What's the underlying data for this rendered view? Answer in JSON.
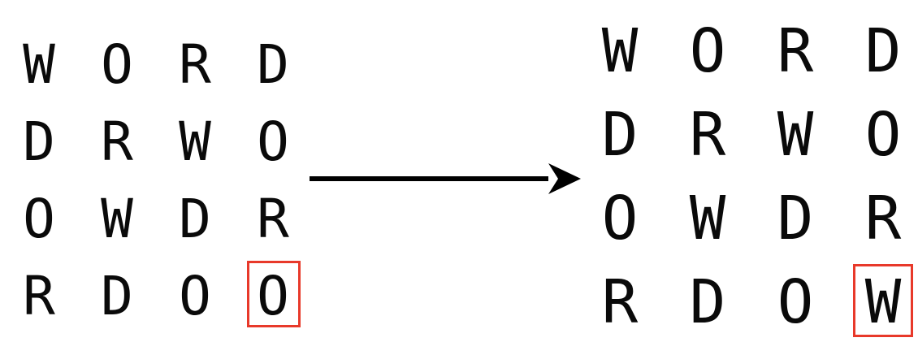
{
  "grid_before": {
    "rows": [
      [
        "W",
        "O",
        "R",
        "D"
      ],
      [
        "D",
        "R",
        "W",
        "O"
      ],
      [
        "O",
        "W",
        "D",
        "R"
      ],
      [
        "R",
        "D",
        "O",
        "O"
      ]
    ],
    "highlight": {
      "row": 3,
      "col": 3
    }
  },
  "grid_after": {
    "rows": [
      [
        "W",
        "O",
        "R",
        "D"
      ],
      [
        "D",
        "R",
        "W",
        "O"
      ],
      [
        "O",
        "W",
        "D",
        "R"
      ],
      [
        "R",
        "D",
        "O",
        "W"
      ]
    ],
    "highlight": {
      "row": 3,
      "col": 3
    }
  },
  "colors": {
    "text": "#0a0a0a",
    "highlight": "#e8392a",
    "arrow": "#000000"
  }
}
